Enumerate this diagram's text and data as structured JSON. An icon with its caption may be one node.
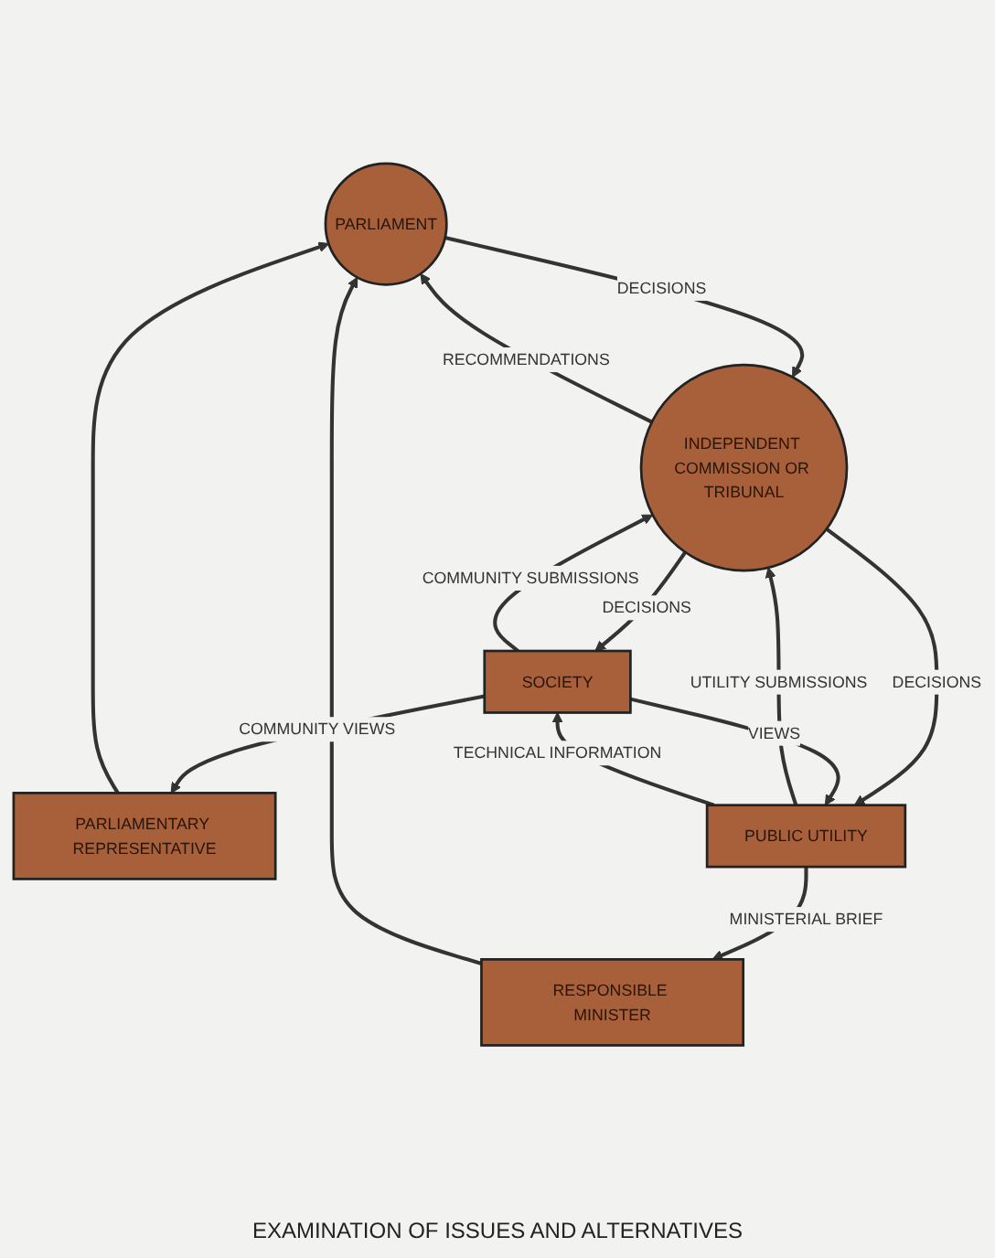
{
  "diagram": {
    "nodes": [
      {
        "text": [
          "PARLIAMENT"
        ]
      },
      {
        "text": [
          "PARLIAMENTARY REPRESENTATIVE"
        ]
      },
      {
        "text": [
          "RESPONSIBLE MINISTER"
        ]
      },
      {
        "text": [
          "INDEPENDENT COMMISSION OR TRIBUNAL"
        ]
      },
      {
        "text": [
          "SOCIETY"
        ]
      },
      {
        "text": [
          "PUBLIC UTILITY"
        ]
      }
    ],
    "edges": [
      {
        "from": 1,
        "to": 0,
        "arrow": "to"
      },
      {
        "from": 2,
        "to": 0,
        "arrow": "to"
      },
      {
        "from": 3,
        "to": 0,
        "arrow": "to",
        "label": "RECOMMENDATIONS"
      },
      {
        "from": 0,
        "to": 3,
        "arrow": "to",
        "label": "DECISIONS"
      },
      {
        "from": 4,
        "to": 1,
        "arrow": "to",
        "label": "COMMUNITY VIEWS"
      },
      {
        "from": 5,
        "to": 2,
        "arrow": "to",
        "label": "MINISTERIAL BRIEF"
      },
      {
        "from": 4,
        "to": 3,
        "arrow": "to",
        "label": "COMMUNITY SUBMISSIONS"
      },
      {
        "from": 3,
        "to": 4,
        "arrow": "to",
        "label": "DECISIONS"
      },
      {
        "from": 3,
        "to": 5,
        "arrow": "to",
        "label": "DECISIONS"
      },
      {
        "from": 5,
        "to": 3,
        "arrow": "to",
        "label": "UTILITY SUBMISSIONS"
      },
      {
        "from": 5,
        "to": 4,
        "arrow": "to",
        "label": "TECHNICAL INFORMATION"
      },
      {
        "from": 4,
        "to": 5,
        "arrow": "to",
        "label": "VIEWS"
      }
    ],
    "labels": [
      "EXAMINATION OF ISSUES AND ALTERNATIVES"
    ]
  }
}
